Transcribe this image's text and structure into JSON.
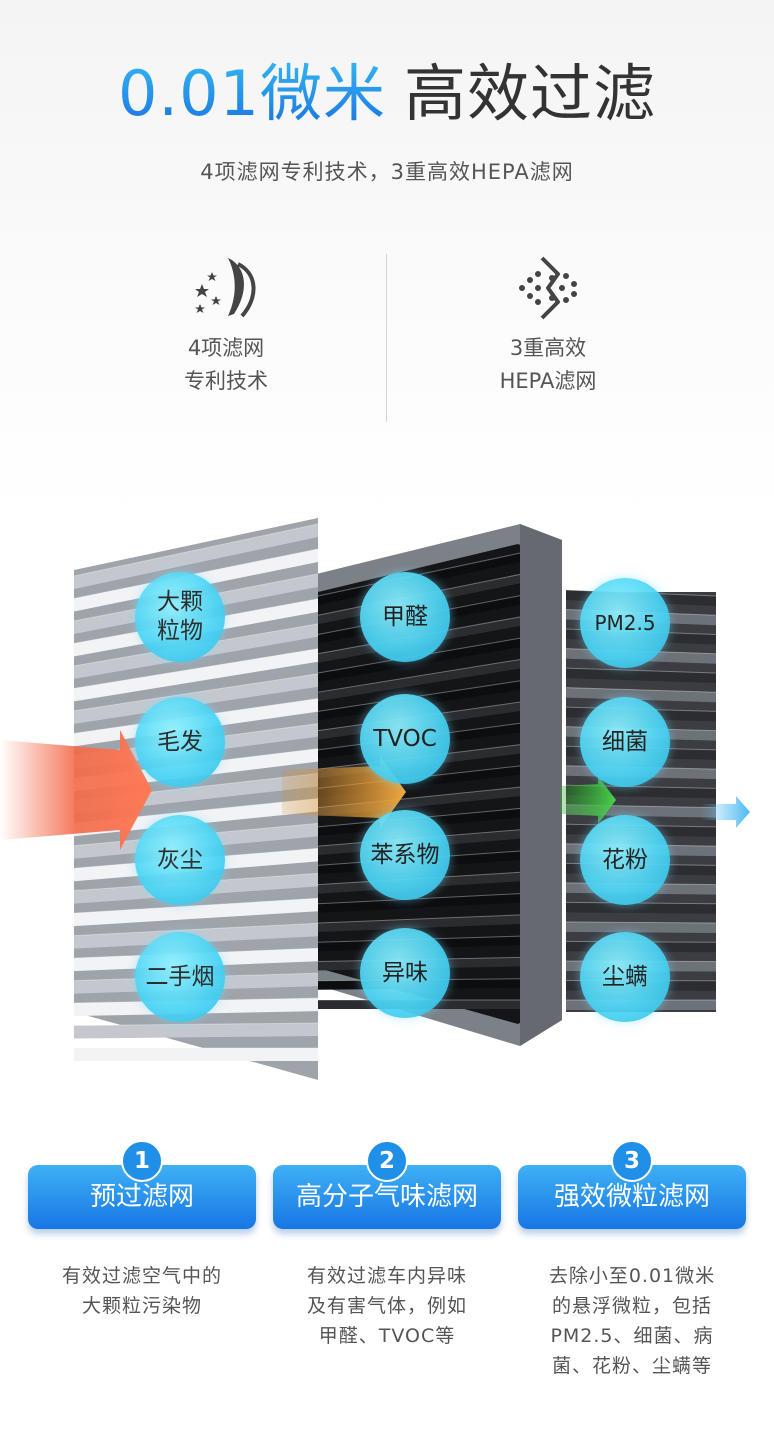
{
  "hero": {
    "title_blue": "0.01微米",
    "title_dark": "高效过滤",
    "subtitle": "4项滤网专利技术，3重高效HEPA滤网"
  },
  "features": [
    {
      "icon": "patent-stars-icon",
      "line1": "4项滤网",
      "line2": "专利技术"
    },
    {
      "icon": "hepa-dots-icon",
      "line1": "3重高效",
      "line2": "HEPA滤网"
    }
  ],
  "filters": {
    "pre_filter": [
      "大颗\n粒物",
      "毛发",
      "灰尘",
      "二手烟"
    ],
    "odor_filter": [
      "甲醛",
      "TVOC",
      "苯系物",
      "异味"
    ],
    "hepa_filter": [
      "PM2.5",
      "细菌",
      "花粉",
      "尘螨"
    ]
  },
  "stages": [
    {
      "num": "1",
      "name": "预过滤网",
      "desc": "有效过滤空气中的\n大颗粒污染物"
    },
    {
      "num": "2",
      "name": "高分子气味滤网",
      "desc": "有效过滤车内异味\n及有害气体，例如\n甲醛、TVOC等"
    },
    {
      "num": "3",
      "name": "强效微粒滤网",
      "desc": "去除小至0.01微米\n的悬浮微粒，包括\nPM2.5、细菌、病\n菌、花粉、尘螨等"
    }
  ],
  "colors": {
    "accent_blue": "#1a73e0",
    "bubble_cyan": "#4dd6f6",
    "arrow_red": "#f26a4a",
    "arrow_orange": "#e89a3a",
    "arrow_green": "#3cbf3a"
  }
}
